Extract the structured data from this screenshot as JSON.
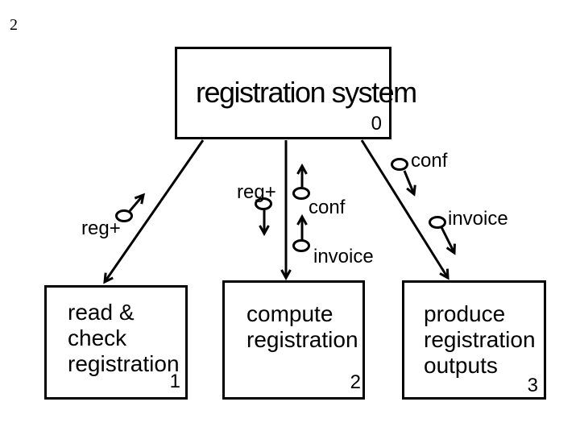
{
  "slide": {
    "page_number": "2",
    "background_color": "#ffffff",
    "ink_color": "#000000"
  },
  "diagram": {
    "root_process": {
      "name": "registration system",
      "number": "0"
    },
    "subprocesses": [
      {
        "number": "1",
        "name_lines": [
          "read &",
          "check",
          "registration"
        ]
      },
      {
        "number": "2",
        "name_lines": [
          "compute",
          "registration"
        ]
      },
      {
        "number": "3",
        "name_lines": [
          "produce",
          "registration",
          "outputs"
        ]
      }
    ],
    "flows": [
      {
        "id": "reg-plus-left",
        "label": "reg+"
      },
      {
        "id": "reg-plus-middle",
        "label": "reg+"
      },
      {
        "id": "conf-middle",
        "label": "conf"
      },
      {
        "id": "invoice-middle",
        "label": "invoice"
      },
      {
        "id": "conf-right",
        "label": "conf"
      },
      {
        "id": "invoice-right",
        "label": "invoice"
      }
    ]
  }
}
